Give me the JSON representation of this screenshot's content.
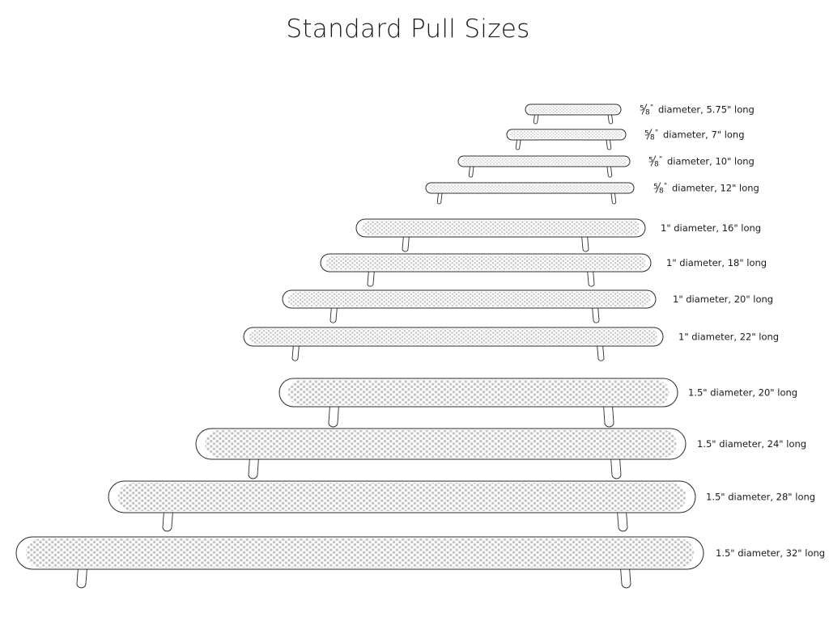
{
  "title": "Standard Pull Sizes",
  "colors": {
    "outline": "#2a2a2a",
    "texture": "#c9c9c9",
    "background": "#ffffff"
  },
  "diameter_fraction": {
    "numerator": "5",
    "denominator": "8"
  },
  "pulls": [
    {
      "diameter": "5/8",
      "length": 5.75,
      "label": "diameter,  5.75\" long",
      "fraction": true
    },
    {
      "diameter": "5/8",
      "length": 7,
      "label": "diameter,  7\" long",
      "fraction": true
    },
    {
      "diameter": "5/8",
      "length": 10,
      "label": "diameter,  10\" long",
      "fraction": true
    },
    {
      "diameter": "5/8",
      "length": 12,
      "label": "diameter,  12\" long",
      "fraction": true
    },
    {
      "diameter": "1",
      "length": 16,
      "label": "1\" diameter,  16\" long"
    },
    {
      "diameter": "1",
      "length": 18,
      "label": "1\" diameter,  18\" long"
    },
    {
      "diameter": "1",
      "length": 20,
      "label": "1\" diameter,  20\" long"
    },
    {
      "diameter": "1",
      "length": 22,
      "label": "1\" diameter,  22\" long"
    },
    {
      "diameter": "1.5",
      "length": 20,
      "label": "1.5\" diameter,  20\" long"
    },
    {
      "diameter": "1.5",
      "length": 24,
      "label": "1.5\" diameter,  24\" long"
    },
    {
      "diameter": "1.5",
      "length": 28,
      "label": "1.5\" diameter,  28\" long"
    },
    {
      "diameter": "1.5",
      "length": 32,
      "label": "1.5\" diameter,  32\" long"
    }
  ]
}
